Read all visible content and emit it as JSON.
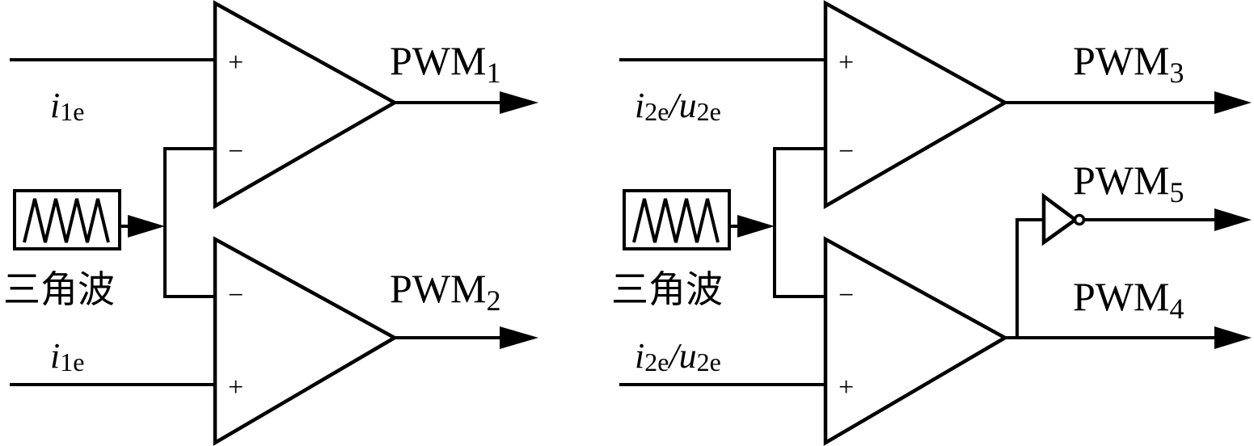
{
  "left": {
    "top_comparator": {
      "plus": "+",
      "minus": "−",
      "input_label": {
        "var": "i",
        "sub": "1e"
      },
      "output": {
        "base": "PWM",
        "sub": "1"
      }
    },
    "bottom_comparator": {
      "plus": "+",
      "minus": "−",
      "input_label": {
        "var": "i",
        "sub": "1e"
      },
      "output": {
        "base": "PWM",
        "sub": "2"
      }
    },
    "carrier_label": "三角波"
  },
  "right": {
    "top_comparator": {
      "plus": "+",
      "minus": "−",
      "input_label": {
        "v1": "i",
        "s1": "2e",
        "slash": "/",
        "v2": "u",
        "s2": "2e"
      },
      "output": {
        "base": "PWM",
        "sub": "3"
      }
    },
    "bottom_comparator": {
      "plus": "+",
      "minus": "−",
      "input_label": {
        "v1": "i",
        "s1": "2e",
        "slash": "/",
        "v2": "u",
        "s2": "2e"
      },
      "output": {
        "base": "PWM",
        "sub": "4"
      }
    },
    "inverter_output": {
      "base": "PWM",
      "sub": "5"
    },
    "carrier_label": "三角波"
  }
}
